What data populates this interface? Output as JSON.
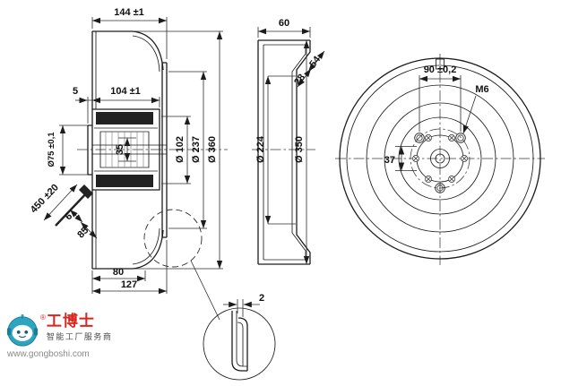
{
  "drawing": {
    "left_view": {
      "width_top": "144 ±1",
      "offset_5": "5",
      "motor_len": "104 ±1",
      "dim_35": "35",
      "dia_102": "Ø 102",
      "dia_237": "Ø 237",
      "dia_360": "Ø 360",
      "dia_75": "Ø75 ±0,1",
      "cable_len": "450 ±20",
      "dim_6": "6",
      "dim_85": "85",
      "base_80": "80",
      "base_127": "127"
    },
    "profile_view": {
      "depth": "60",
      "dim_54": "54",
      "dim_28": "28",
      "dia_224": "Ø 224",
      "dia_350": "Ø 350"
    },
    "front_view": {
      "bolt_circle": "90 ±0,2",
      "thread": "M6",
      "dim_37": "37"
    },
    "detail_view": {
      "thickness": "2"
    }
  },
  "watermark": {
    "registered": "®",
    "brand": "工博士",
    "tagline": "智能工厂服务商",
    "url": "www.gongboshi.com"
  }
}
